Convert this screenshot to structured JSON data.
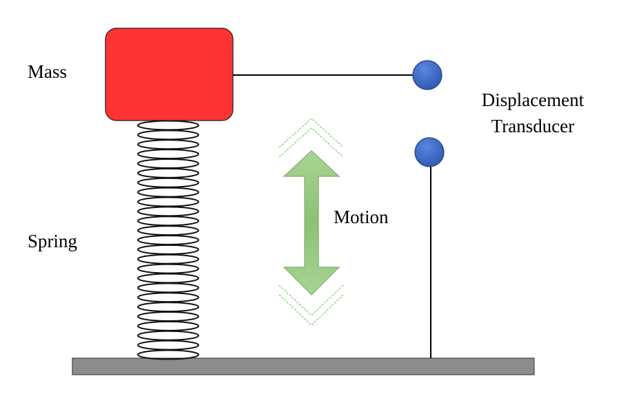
{
  "labels": {
    "mass": "Mass",
    "spring": "Spring",
    "motion": "Motion",
    "transducer_line1": "Displacement",
    "transducer_line2": "Transducer"
  },
  "colors": {
    "mass_fill": "#ff3333",
    "ground_fill": "#8c8c8c",
    "sensor_fill": "#3a66c4",
    "arrow_fill": "#8cc274",
    "arrow_dash": "#7cc46a",
    "line": "#000000"
  },
  "spring": {
    "coil_count": 25
  }
}
